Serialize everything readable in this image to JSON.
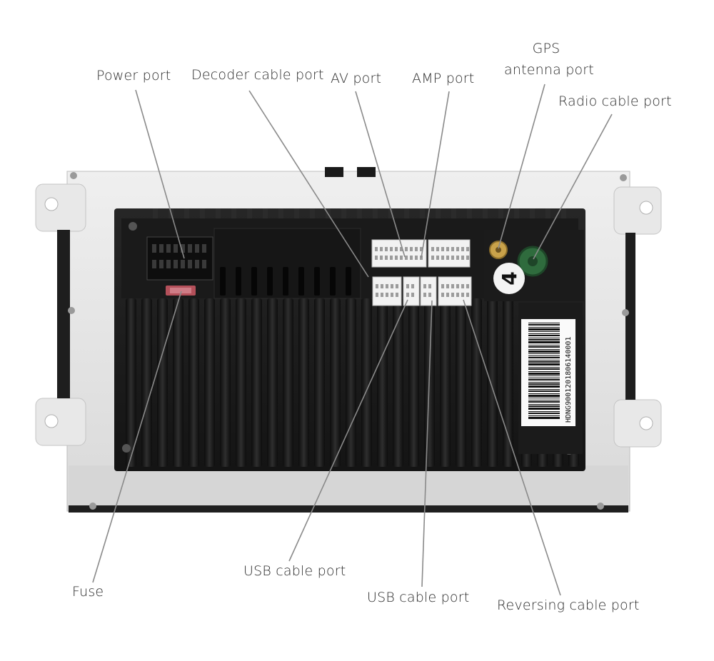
{
  "labels": {
    "power_port": "Power port",
    "decoder_cable_port": "Decoder cable port",
    "av_port": "AV port",
    "amp_port": "AMP port",
    "gps_line1": "GPS",
    "gps_line2": "antenna port",
    "radio_cable_port": "Radio cable port",
    "fuse": "Fuse",
    "usb_cable_port_1": "USB cable port",
    "usb_cable_port_2": "USB cable port",
    "reversing_cable_port": "Reversing cable port"
  },
  "device": {
    "badge_number": "4",
    "barcode_text": "HDNG9001201806140001"
  },
  "colors": {
    "chassis": "#e6e6e6",
    "housing": "#1c1c1c",
    "connector": "#f2f2f2",
    "fuse": "#b4505a",
    "leader_line": "#8a8a8a",
    "radio_port": "#2f6b3d",
    "gps_port": "#c9a24a"
  }
}
